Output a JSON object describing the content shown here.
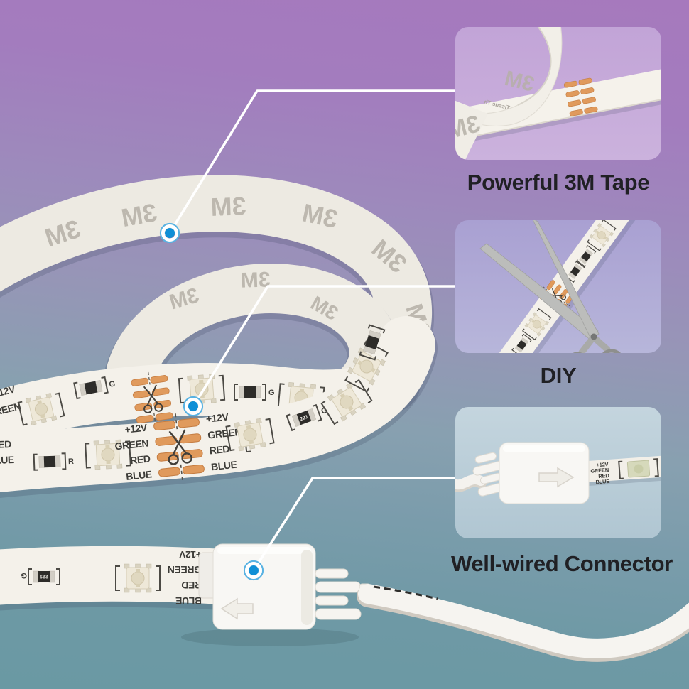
{
  "title": "LED strip light features infographic",
  "background": {
    "top": "#a679bd",
    "middle": "#9795b7",
    "bottom": "#6a99a3"
  },
  "accent": {
    "marker_blue": "#0f8fd6",
    "marker_ring": "#58b2e2",
    "leader_line": "#ffffff",
    "copper_pad": "#e09a5c",
    "caption_text": "#202024"
  },
  "callouts": [
    {
      "id": "tape",
      "label": "Powerful 3M Tape",
      "panel_bg": "#c5a9d9"
    },
    {
      "id": "diy",
      "label": "DIY",
      "panel_bg": "#aca4d4"
    },
    {
      "id": "connector",
      "label": "Well-wired Connector",
      "panel_bg": "#bdcfda"
    }
  ],
  "strip": {
    "backing_logo": "3M",
    "backing_small_text": "Tissue Th",
    "channel_labels": [
      "+12V",
      "GREEN",
      "RED",
      "BLUE"
    ],
    "resistor_labels": {
      "r": "R",
      "g": "G",
      "code": "221"
    }
  }
}
